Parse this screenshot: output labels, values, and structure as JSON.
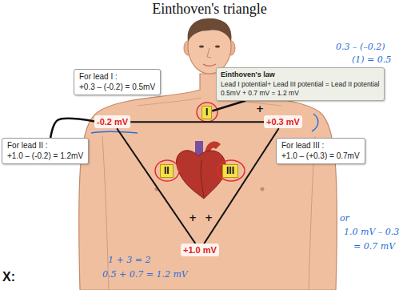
{
  "diagram": {
    "title": "Einthoven's triangle",
    "nodes": [
      {
        "text": [
          "For lead I :",
          "+0.3 – (-0.2) = 0.5mV"
        ]
      },
      {
        "text": [
          "Einthoven's law",
          "Lead I potential+ Lead III potential = Lead II potential",
          "0.5mV + 0.7 mV = 1.2 mV"
        ]
      },
      {
        "text": [
          "-0.2 mV"
        ]
      },
      {
        "text": [
          "I"
        ]
      },
      {
        "text": [
          "+0.3 mV"
        ]
      },
      {
        "text": [
          "For lead II :",
          "+1.0 – (-0.2) = 1.2mV"
        ]
      },
      {
        "text": [
          "II"
        ]
      },
      {
        "text": [
          "III"
        ]
      },
      {
        "text": [
          "For lead III :",
          "+1.0 – (+0.3) = 0.7mV"
        ]
      },
      {
        "text": [
          "+1.0 mV"
        ]
      }
    ],
    "edges": [
      {
        "from": 2,
        "to": 4,
        "arrow": "none"
      },
      {
        "from": 2,
        "to": 9,
        "arrow": "none"
      },
      {
        "from": 4,
        "to": 9,
        "arrow": "none"
      },
      {
        "from": 1,
        "to": 3,
        "arrow": "none"
      },
      {
        "from": 5,
        "to": 2,
        "arrow": "none"
      }
    ],
    "labels": [
      "0.3 – (–0.2)",
      "(1) = 0.5",
      "+",
      "+",
      "+",
      "or",
      "1.0 mV – 0.3",
      "= 0.7 mV",
      "1 + 3 = 2",
      "0.5 + 0.7 = 1.2 mV",
      "X:"
    ]
  }
}
